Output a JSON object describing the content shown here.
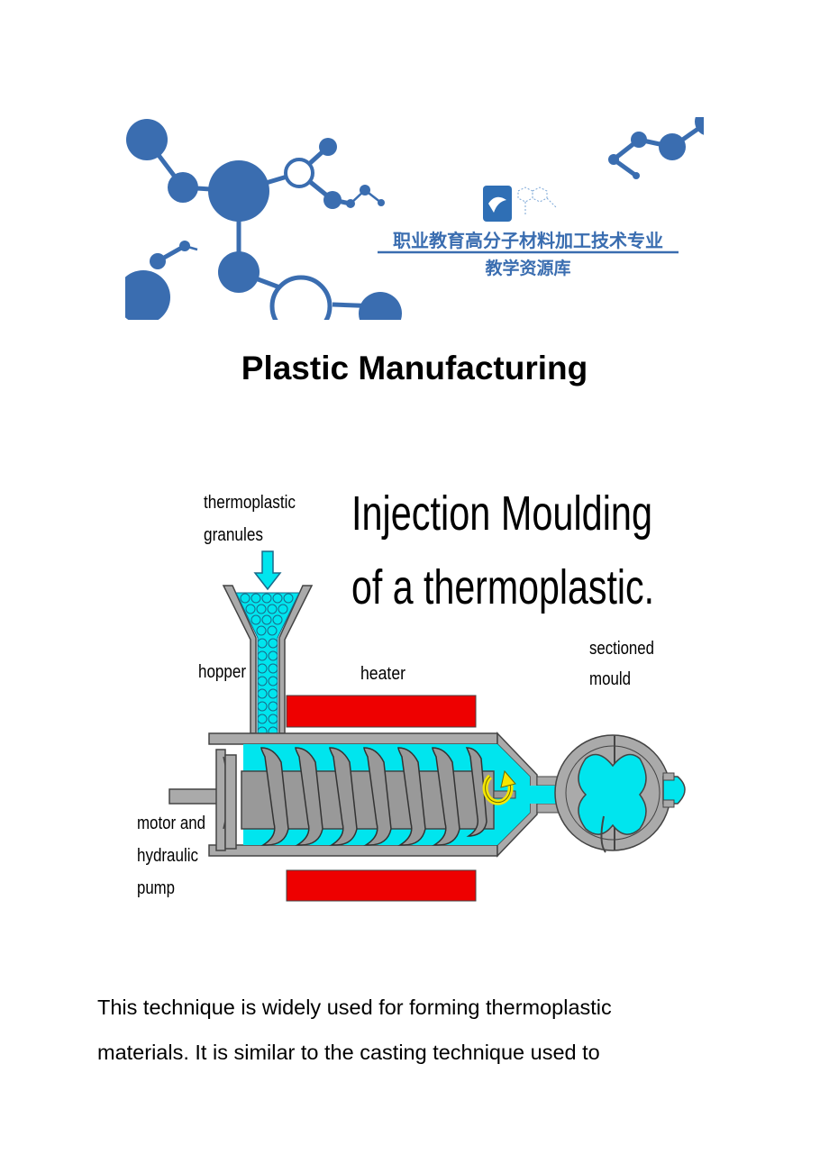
{
  "banner": {
    "org_name": "职业教育高分子材料加工技术专业",
    "subtitle": "教学资源库",
    "colors": {
      "brand": "#3a6db0",
      "line": "#3a6db0"
    },
    "logo_icon": "book-molecule-logo-icon"
  },
  "page": {
    "title": "Plastic Manufacturing"
  },
  "diagram": {
    "heading_line1": "Injection Moulding",
    "heading_line2": "of a thermoplastic.",
    "labels": {
      "granules_line1": "thermoplastic",
      "granules_line2": "granules",
      "hopper": "hopper",
      "heater": "heater",
      "mould_line1": "sectioned",
      "mould_line2": "mould",
      "motor_line1": "motor and",
      "motor_line2": "hydraulic",
      "motor_line3": "pump"
    },
    "colors": {
      "heater": "#ee0000",
      "plastic": "#00e5ee",
      "metal": "#aaaaaa",
      "arrow": "#f5e600"
    }
  },
  "body": {
    "line1": "This technique is widely used for forming thermoplastic",
    "line2": "materials. It is similar to the casting technique used to"
  }
}
